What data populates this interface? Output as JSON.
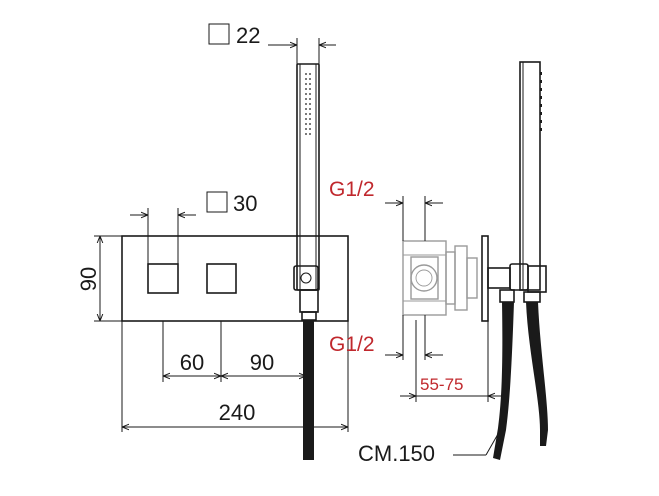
{
  "labels": {
    "square_22": "22",
    "square_30": "30",
    "height_90": "90",
    "width_60": "60",
    "width_90": "90",
    "width_240": "240",
    "g12_top": "G1/2",
    "g12_bottom": "G1/2",
    "depth_55_75": "55-75",
    "hose_length": "CM.150"
  },
  "colors": {
    "line": "#1a1a1a",
    "accent": "#c0282d",
    "hidden": "#9a9a9a"
  }
}
